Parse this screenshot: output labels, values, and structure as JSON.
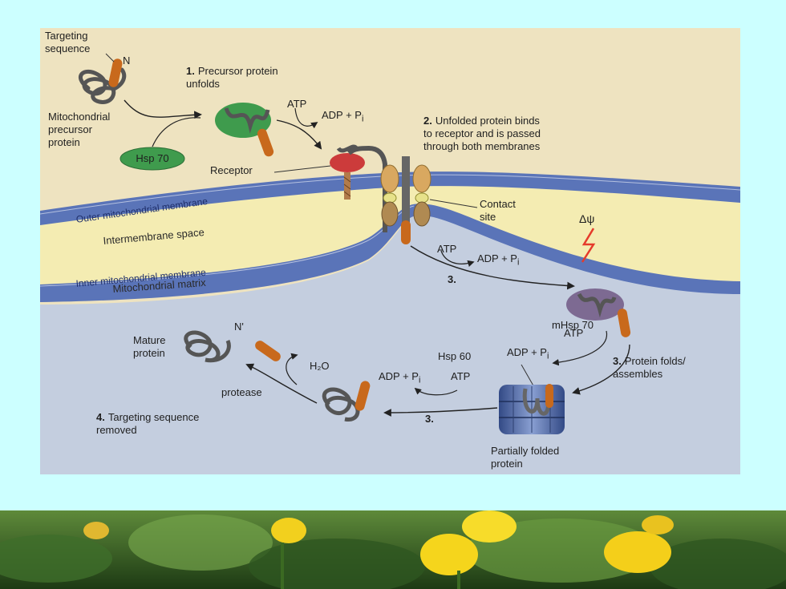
{
  "labels": {
    "targeting_sequence": "Targeting\nsequence",
    "n_terminus": "N",
    "mitochondrial_precursor": "Mitochondrial\nprecursor\nprotein",
    "hsp70": "Hsp 70",
    "receptor": "Receptor",
    "contact_site": "Contact\nsite",
    "delta_psi": "Δψ",
    "mhsp70": "mHsp 70",
    "hsp60": "Hsp 60",
    "mature_protein": "Mature\nprotein",
    "n_prime": "N'",
    "protease": "protease",
    "partially_folded": "Partially folded\nprotein"
  },
  "membranes": {
    "outer": "Outer mitochondrial membrane",
    "intermembrane": "Intermembrane space",
    "inner": "Inner mitochondrial membrane",
    "matrix": "Mitochondrial matrix"
  },
  "steps": {
    "s1": {
      "num": "1.",
      "text": "Precursor protein\nunfolds"
    },
    "s2": {
      "num": "2.",
      "text": "Unfolded protein binds\nto receptor and is passed\nthrough both membranes"
    },
    "s3a": {
      "num": "3.",
      "text": ""
    },
    "s3b": {
      "num": "3.",
      "text": "Protein folds/\nassembles"
    },
    "s3c": {
      "num": "3.",
      "text": ""
    },
    "s4": {
      "num": "4.",
      "text": "Targeting sequence\nremoved"
    }
  },
  "chemicals": {
    "atp": "ATP",
    "adp_pi": "ADP + P",
    "pi_sub": "i",
    "h2o": "H₂O"
  },
  "colors": {
    "page_background": "#ccffff",
    "cytosol": "#eee3c0",
    "membrane": "#5a74b8",
    "intermembrane": "#f4ecb2",
    "matrix": "#c4cedf",
    "targeting_tag": "#c8691c",
    "hsp70": "#3f9b4d",
    "receptor": "#cc3b3b",
    "mhsp70": "#7d6a92",
    "hsp60": "#5a74a8"
  }
}
